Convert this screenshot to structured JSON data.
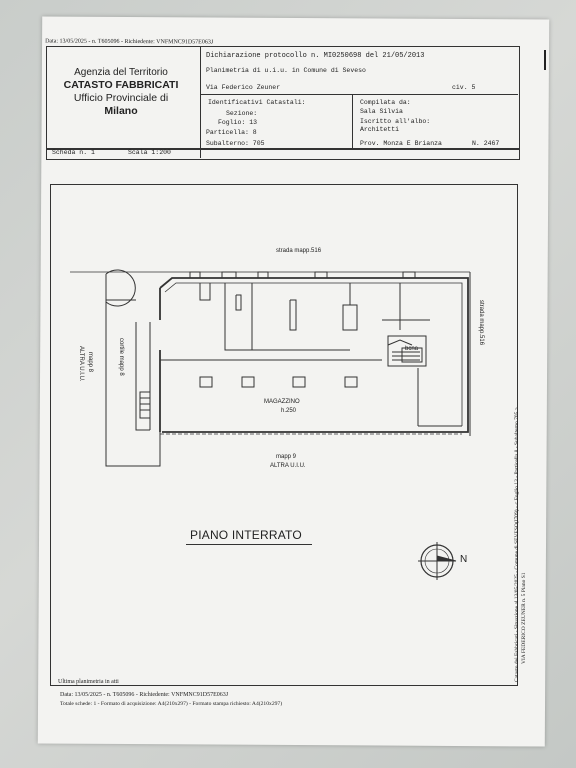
{
  "header_top": "Data: 13/05/2025 - n. T605096 - Richiedente: VNFMNC91D57E063J",
  "agency": {
    "line1": "Agenzia del Territorio",
    "line2": "CATASTO FABBRICATI",
    "line3": "Ufficio Provinciale di",
    "line4": "Milano"
  },
  "declaration": {
    "protocol": "Dichiarazione protocollo n. MI0250698 del 21/05/2013",
    "planimetry": "Planimetria di u.i.u. in Comune di Seveso",
    "address": "Via Federico Zeuner",
    "civ": "civ. 5"
  },
  "identifiers": {
    "title": "Identificativi Catastali:",
    "sezione": "Sezione:",
    "foglio": "Foglio: 13",
    "particella": "Particella: 8",
    "subalterno": "Subalterno: 705"
  },
  "compiled": {
    "title": "Compilata da:",
    "name": "Sala Silvia",
    "iscritto": "Iscritto all'albo:",
    "albo": "Architetti",
    "prov": "Prov. Monza E Brianza",
    "num": "N. 2467"
  },
  "scheda": "Scheda n. 1",
  "scala": "Scala 1:200",
  "plan_labels": {
    "strada_top": "strada mapp.516",
    "strada_right": "strada mapp.516",
    "mapp8": "mapp 8",
    "altra_left": "ALTRA U.I.U.",
    "cortile": "cortile mapp 8",
    "bcna": "bcna",
    "magazzino": "MAGAZZINO",
    "height": "h.250",
    "mapp9": "mapp 9",
    "altra_bottom": "ALTRA U.I.U."
  },
  "floor_title": "PIANO INTERRATO",
  "north": "N",
  "side_note_1": "Catasto dei Fabbricati - Situazione al 13/05/2025 - Comune di SEVESO(I709) - < Foglio 13 - Particella 8 - Subalterno 705 >",
  "side_note_2": "VIA FEDERICO ZEUNER n. 5 Piano S1",
  "footer": {
    "ultima": "Ultima planimetria in atti",
    "data": "Data: 13/05/2025 - n. T605096 - Richiedente: VNFMNC91D57E063J",
    "totale": "Totale schede: 1 - Formato di acquisizione: A4(210x297) - Formato stampa richiesto: A4(210x297)"
  }
}
